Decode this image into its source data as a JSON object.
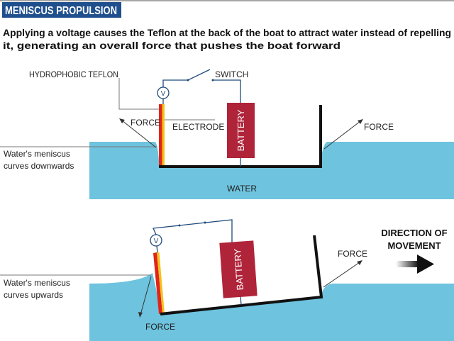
{
  "header": {
    "title": "MENISCUS PROPULSION",
    "subtitle_line1": "Applying a voltage causes the Teflon at the back of the boat to attract water instead of repelling",
    "subtitle_line2": "it, generating an overall force that pushes the boat forward"
  },
  "top_diagram": {
    "teflon_label": "HYDROPHOBIC TEFLON",
    "switch_label": "SWITCH",
    "voltmeter_symbol": "V",
    "electrode_label": "ELECTRODE",
    "battery_label": "BATTERY",
    "force_left": "FORCE",
    "force_right": "FORCE",
    "meniscus_line1": "Water's meniscus",
    "meniscus_line2": "curves downwards",
    "water_label": "WATER"
  },
  "bottom_diagram": {
    "voltmeter_symbol": "V",
    "battery_label": "BATTERY",
    "force_left": "FORCE",
    "force_right": "FORCE",
    "meniscus_line1": "Water's meniscus",
    "meniscus_line2": "curves upwards",
    "direction_line1": "DIRECTION OF",
    "direction_line2": "MOVEMENT"
  },
  "colors": {
    "title_bg": "#1f4f8c",
    "water": "#6ec3de",
    "battery": "#b0243a",
    "teflon_red": "#e0251b",
    "teflon_yellow": "#f3c21c",
    "wire": "#1f4a7a"
  }
}
